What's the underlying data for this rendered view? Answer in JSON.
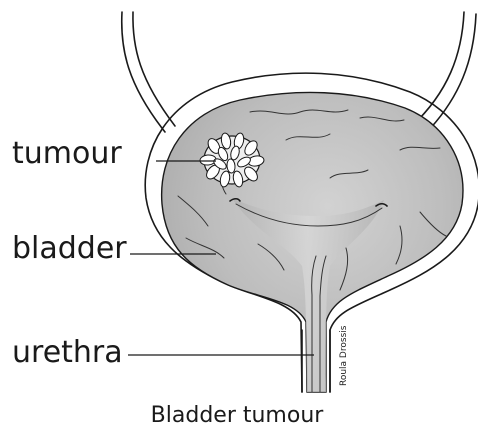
{
  "labels": {
    "tumour": "tumour",
    "bladder": "bladder",
    "urethra": "urethra"
  },
  "caption": "Bladder tumour",
  "credit": "Roula Drossis",
  "colors": {
    "bladder_fill": "#b9b9b9",
    "bladder_light": "#d6d6d6",
    "tumour_fill": "#ffffff",
    "outline": "#1a1a1a"
  }
}
